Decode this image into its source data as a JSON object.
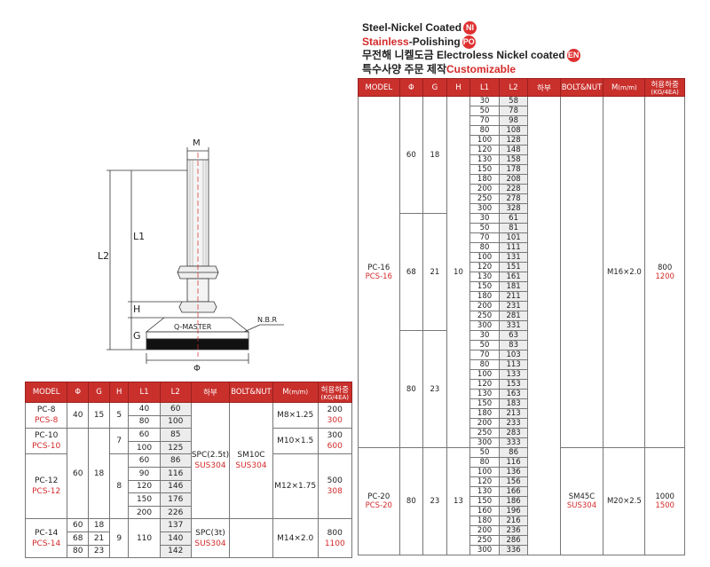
{
  "legend": {
    "line1": "Steel-Nickel Coated",
    "badge1": "NI",
    "line2a": "Stainless",
    "line2b": "-Polishing",
    "badge2": "PO",
    "line3": "무전해 니켈도금 Electroless Nickel coated",
    "badge3": "EN",
    "line4a": "특수사양 주문 제작 ",
    "line4b": "Customizable"
  },
  "diagram": {
    "m": "M",
    "l1": "L1",
    "l2": "L2",
    "h": "H",
    "g": "G",
    "phi": "Φ",
    "brand": "Q-MASTER",
    "nbr": "N.B.R"
  },
  "headers": {
    "model": "MODEL",
    "phi": "Φ",
    "g": "G",
    "h": "H",
    "l1": "L1",
    "l2": "L2",
    "hb": "하부",
    "bolt": "BOLT&NUT",
    "m": "M",
    "m_unit": "(m/m)",
    "load": "허용하중",
    "load_unit": "(KG/4EA)"
  },
  "left": {
    "pc8": {
      "model": "PC-8",
      "model_s": "PCS-8",
      "phi": "40",
      "g": "15",
      "h": "5",
      "rows": [
        [
          "40",
          "60"
        ],
        [
          "80",
          "100"
        ]
      ],
      "m": "M8×1.25",
      "load": "200",
      "load_s": "300"
    },
    "pc10": {
      "model": "PC-10",
      "model_s": "PCS-10",
      "h": "7",
      "rows": [
        [
          "60",
          "85"
        ],
        [
          "100",
          "125"
        ]
      ],
      "m": "M10×1.5",
      "load": "300",
      "load_s": "600"
    },
    "pc12": {
      "model": "PC-12",
      "model_s": "PCS-12",
      "h": "8",
      "rows": [
        [
          "60",
          "86"
        ],
        [
          "90",
          "116"
        ],
        [
          "120",
          "146"
        ],
        [
          "150",
          "176"
        ],
        [
          "200",
          "226"
        ]
      ],
      "m": "M12×1.75",
      "load": "500",
      "load_s": "308"
    },
    "pc1012": {
      "phi": "60",
      "g": "18"
    },
    "hb1": "SPC(2.5t)",
    "hb1_s": "SUS304",
    "bolt1": "SM10C",
    "bolt1_s": "SUS304",
    "pc14": {
      "model": "PC-14",
      "model_s": "PCS-14",
      "phis": [
        "60",
        "68",
        "80"
      ],
      "gs": [
        "18",
        "21",
        "23"
      ],
      "h": "9",
      "l1": "110",
      "l2s": [
        "137",
        "140",
        "142"
      ],
      "m": "M14×2.0",
      "load": "800",
      "load_s": "1100"
    },
    "hb2": "SPC(3t)",
    "hb2_s": "SUS304"
  },
  "right": {
    "pc16": {
      "model": "PC-16",
      "model_s": "PCS-16",
      "h": "10",
      "m": "M16×2.0",
      "load": "800",
      "load_s": "1200",
      "groups": [
        {
          "phi": "60",
          "g": "18",
          "rows": [
            [
              "30",
              "58"
            ],
            [
              "50",
              "78"
            ],
            [
              "70",
              "98"
            ],
            [
              "80",
              "108"
            ],
            [
              "100",
              "128"
            ],
            [
              "120",
              "148"
            ],
            [
              "130",
              "158"
            ],
            [
              "150",
              "178"
            ],
            [
              "180",
              "208"
            ],
            [
              "200",
              "228"
            ],
            [
              "250",
              "278"
            ],
            [
              "300",
              "328"
            ]
          ]
        },
        {
          "phi": "68",
          "g": "21",
          "rows": [
            [
              "30",
              "61"
            ],
            [
              "50",
              "81"
            ],
            [
              "70",
              "101"
            ],
            [
              "80",
              "111"
            ],
            [
              "100",
              "131"
            ],
            [
              "120",
              "151"
            ],
            [
              "130",
              "161"
            ],
            [
              "150",
              "181"
            ],
            [
              "180",
              "211"
            ],
            [
              "200",
              "231"
            ],
            [
              "250",
              "281"
            ],
            [
              "300",
              "331"
            ]
          ]
        },
        {
          "phi": "80",
          "g": "23",
          "rows": [
            [
              "30",
              "63"
            ],
            [
              "50",
              "83"
            ],
            [
              "70",
              "103"
            ],
            [
              "80",
              "113"
            ],
            [
              "100",
              "133"
            ],
            [
              "120",
              "153"
            ],
            [
              "130",
              "163"
            ],
            [
              "150",
              "183"
            ],
            [
              "180",
              "213"
            ],
            [
              "200",
              "233"
            ],
            [
              "250",
              "283"
            ],
            [
              "300",
              "333"
            ]
          ]
        }
      ]
    },
    "pc20": {
      "model": "PC-20",
      "model_s": "PCS-20",
      "phi": "80",
      "g": "23",
      "h": "13",
      "bolt": "SM45C",
      "bolt_s": "SUS304",
      "m": "M20×2.5",
      "load": "1000",
      "load_s": "1500",
      "rows": [
        [
          "50",
          "86"
        ],
        [
          "80",
          "116"
        ],
        [
          "100",
          "136"
        ],
        [
          "120",
          "156"
        ],
        [
          "130",
          "166"
        ],
        [
          "150",
          "186"
        ],
        [
          "160",
          "196"
        ],
        [
          "180",
          "216"
        ],
        [
          "200",
          "236"
        ],
        [
          "250",
          "286"
        ],
        [
          "300",
          "336"
        ]
      ]
    }
  }
}
